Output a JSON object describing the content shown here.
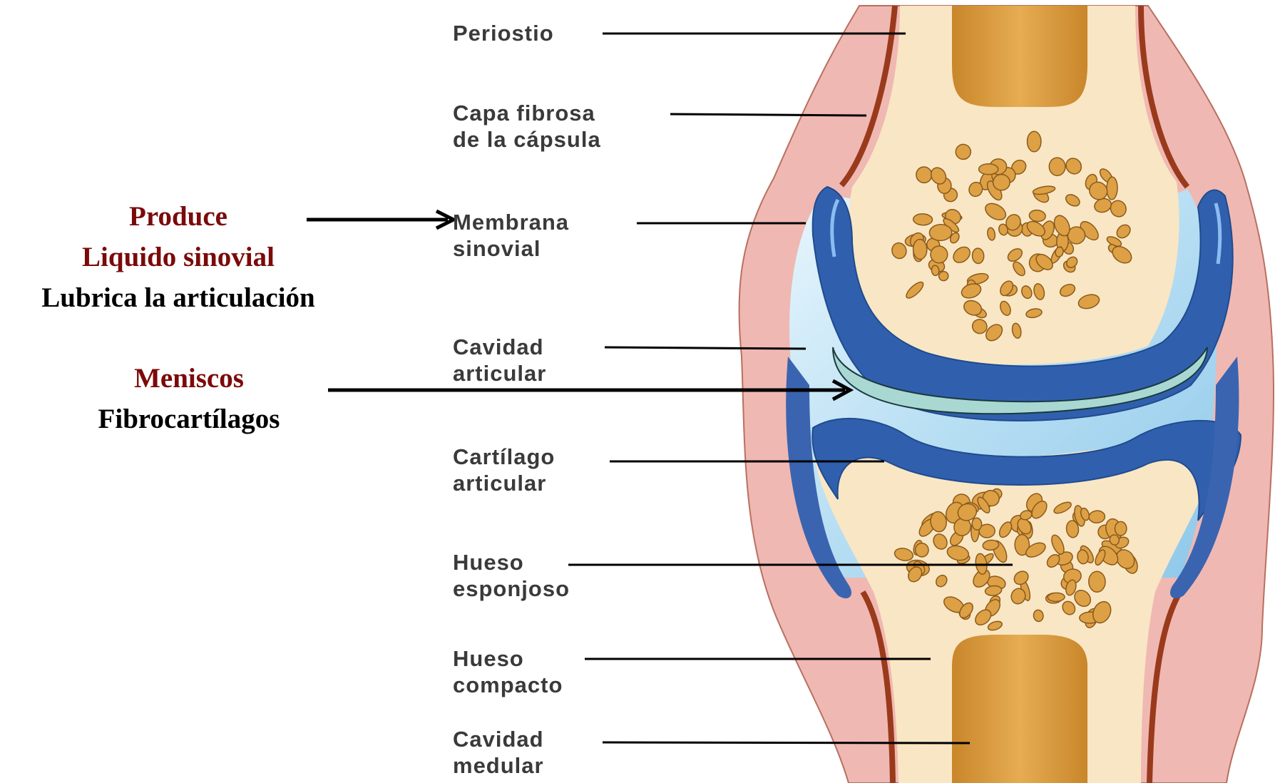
{
  "left_notes": {
    "membrane": {
      "line1": "Produce",
      "line2": "Liquido sinovial",
      "line3": "Lubrica la articulación"
    },
    "meniscus": {
      "line1": "Meniscos",
      "line2": "Fibrocartílagos"
    }
  },
  "labels": {
    "periostio": "Periostio",
    "capa_fibrosa": {
      "l1": "Capa fibrosa",
      "l2": "de la cápsula"
    },
    "membrana": {
      "l1": "Membrana",
      "l2": "sinovial"
    },
    "cavidad_articular": {
      "l1": "Cavidad",
      "l2": "articular"
    },
    "cartilago": {
      "l1": "Cartílago",
      "l2": "articular"
    },
    "hueso_esponjoso": {
      "l1": "Hueso",
      "l2": "esponjoso"
    },
    "hueso_compacto": {
      "l1": "Hueso",
      "l2": "compacto"
    },
    "cavidad_medular": {
      "l1": "Cavidad",
      "l2": "medular"
    }
  },
  "colors": {
    "note_red": "#7b0a0a",
    "capsule": "#f0b8b2",
    "periosteum": "#9a3a1c",
    "bone": "#f9e6c4",
    "marrow": "#d99a3a",
    "trabecula": "#dda045",
    "cartilage": "#2f5fa8",
    "cavity": "#bfe2f4",
    "meniscus": "#a9d8d2"
  }
}
